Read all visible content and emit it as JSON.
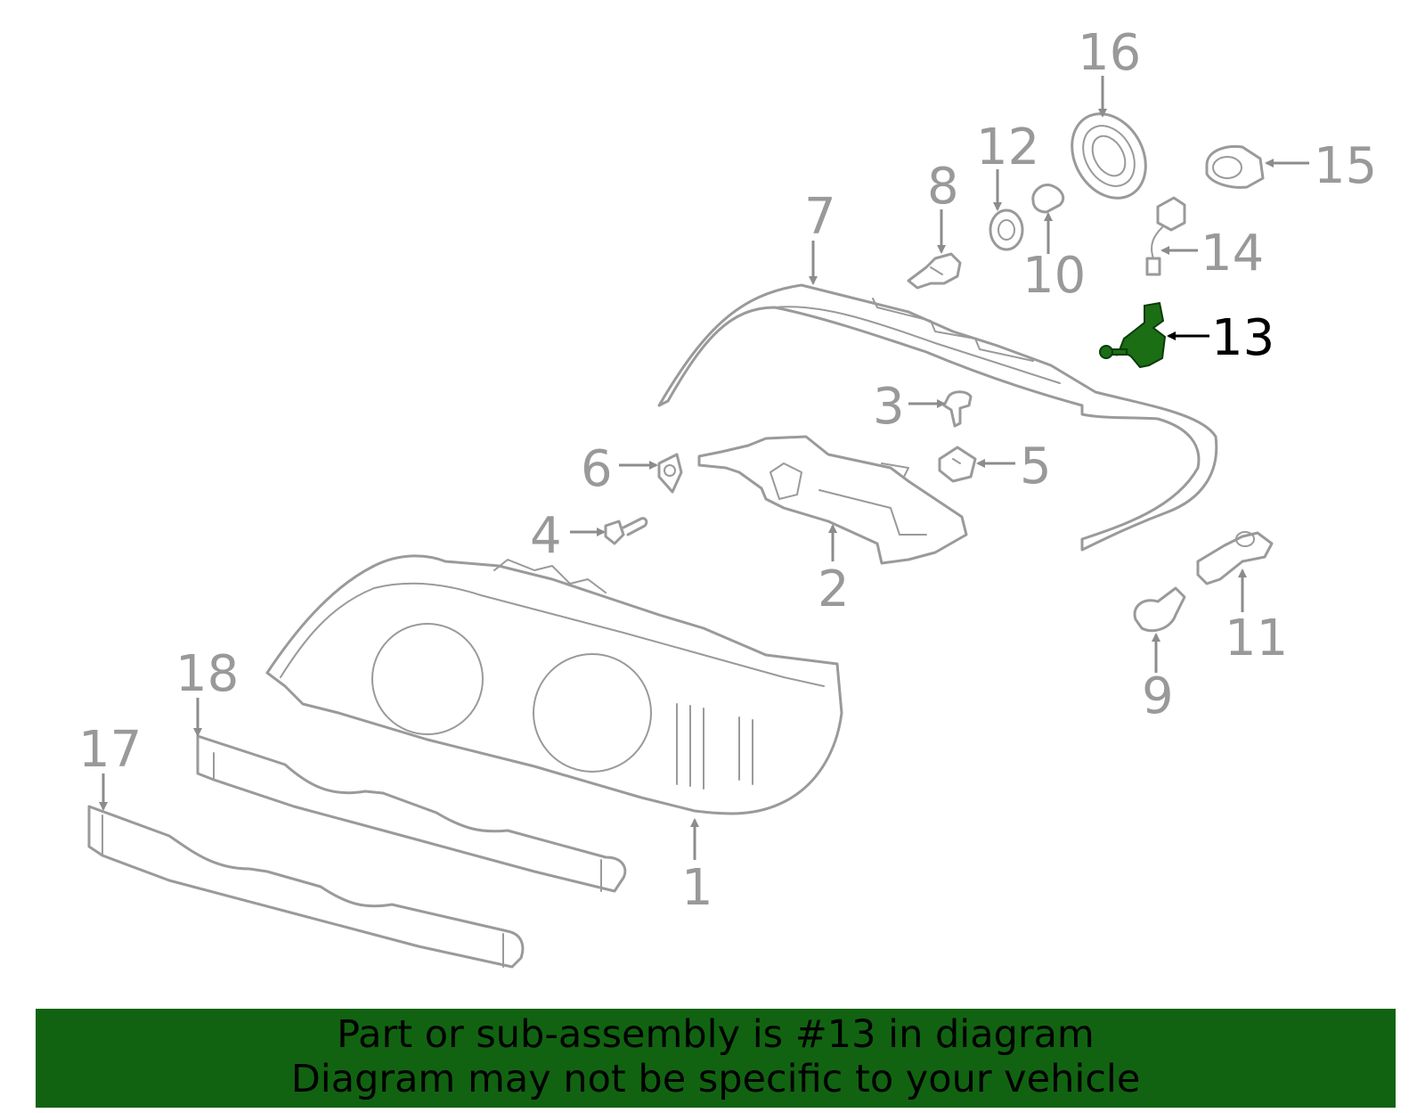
{
  "diagram": {
    "highlighted_part": "13",
    "highlight_color": "#1b6e14",
    "line_color": "#9a9a9a",
    "callouts": [
      {
        "id": "c1",
        "label": "1"
      },
      {
        "id": "c2",
        "label": "2"
      },
      {
        "id": "c3",
        "label": "3"
      },
      {
        "id": "c4",
        "label": "4"
      },
      {
        "id": "c5",
        "label": "5"
      },
      {
        "id": "c6",
        "label": "6"
      },
      {
        "id": "c7",
        "label": "7"
      },
      {
        "id": "c8",
        "label": "8"
      },
      {
        "id": "c9",
        "label": "9"
      },
      {
        "id": "c10",
        "label": "10"
      },
      {
        "id": "c11",
        "label": "11"
      },
      {
        "id": "c12",
        "label": "12"
      },
      {
        "id": "c13",
        "label": "13"
      },
      {
        "id": "c14",
        "label": "14"
      },
      {
        "id": "c15",
        "label": "15"
      },
      {
        "id": "c16",
        "label": "16"
      },
      {
        "id": "c17",
        "label": "17"
      },
      {
        "id": "c18",
        "label": "18"
      }
    ]
  },
  "banner": {
    "background_color": "#116311",
    "line1": "Part or sub-assembly is #13 in diagram",
    "line2": "Diagram may not be specific to your vehicle"
  }
}
